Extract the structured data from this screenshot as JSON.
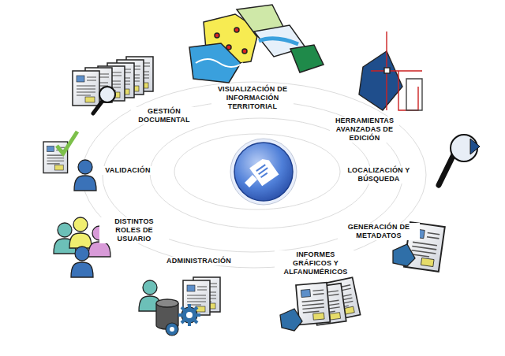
{
  "diagram": {
    "labels": [
      "VISUALIZACIÓN DE INFORMACIÓN TERRITORIAL",
      "HERRAMIENTAS AVANZADAS DE EDICIÓN",
      "LOCALIZACIÓN Y BÚSQUEDA",
      "GENERACIÓN DE METADATOS",
      "INFORMES GRÁFICOS Y ALFANUMÉRICOS",
      "ADMINISTRACIÓN",
      "DISTINTOS ROLES DE USUARIO",
      "VALIDACIÓN",
      "GESTIÓN DOCUMENTAL"
    ]
  }
}
